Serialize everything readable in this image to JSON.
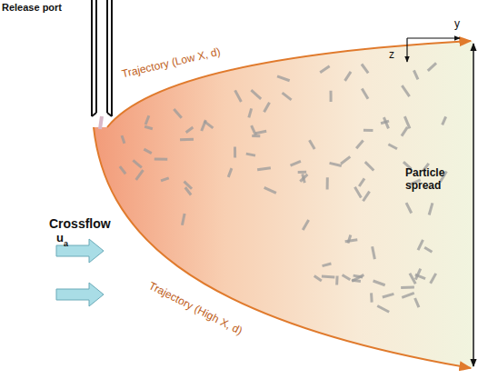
{
  "diagram": {
    "labels": [
      "Release port",
      "Crossflow",
      "u",
      "a",
      "Trajectory (Low X, d)",
      "Trajectory (High X, d)",
      "Particle spread",
      "y",
      "z"
    ]
  }
}
